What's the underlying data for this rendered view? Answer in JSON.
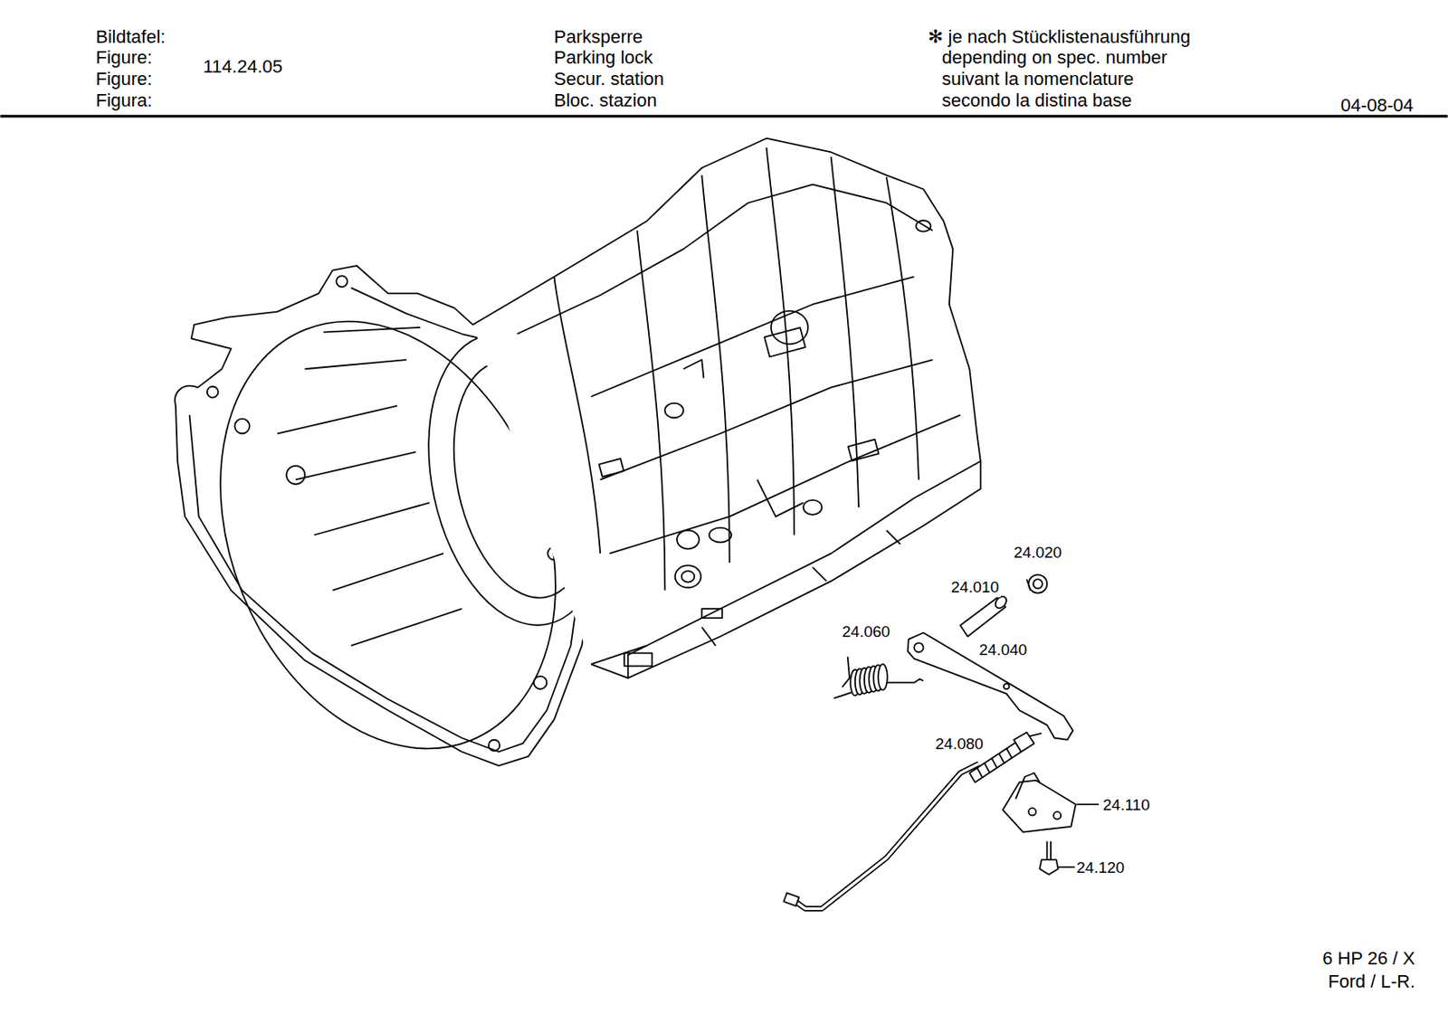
{
  "diagram": {
    "labels": [
      "Bildtafel:",
      "Figure:",
      "Figure:",
      "Figura:",
      "114.24.05",
      "Parksperre",
      "Parking lock",
      "Secur. station",
      "Bloc. stazion",
      "✻ je nach Stücklistenausführung",
      "depending on spec. number",
      "suivant la nomenclature",
      "secondo la distina base",
      "04-08-04",
      "24.020",
      "24.010",
      "24.060",
      "24.040",
      "24.080",
      "24.110",
      "24.120",
      "6 HP 26 / X",
      "Ford / L-R."
    ]
  }
}
